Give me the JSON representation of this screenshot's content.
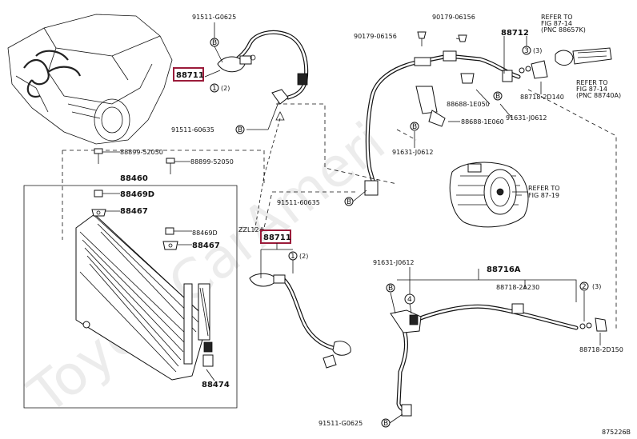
{
  "diagram": {
    "watermark": "ToyotaCarAmeri",
    "figure_code": "875226B",
    "highlighted_part": "88711",
    "labels": {
      "p91511_g0625_top": "91511-G0625",
      "p88711_top": "88711",
      "circ1_top": "1",
      "qty1_top": "(2)",
      "circB_top": "B",
      "p91511_60635_left": "91511-60635",
      "circB_left": "B",
      "p88899_52050_a": "88899-52050",
      "p88899_52050_b": "88899-52050",
      "p88460": "88460",
      "p88469d_a": "88469D",
      "p88467_a": "88467",
      "p88469d_b": "88469D",
      "p88467_b": "88467",
      "p88474": "88474",
      "zzl12": "ZZL12#",
      "p88711_mid": "88711",
      "circ1_mid": "1",
      "qty1_mid": "(2)",
      "p91511_60635_mid": "91511-60635",
      "circB_mid": "B",
      "p90179_06156_a": "90179-06156",
      "p90179_06156_b": "90179-06156",
      "p88712": "88712",
      "circ3": "3",
      "qty3": "(3)",
      "refer_a1": "REFER TO",
      "refer_a2": "FIG 87-14",
      "refer_a3": "(PNC 88657K)",
      "refer_b1": "REFER TO",
      "refer_b2": "FIG 87-14",
      "refer_b3": "(PNC 88740A)",
      "p88718_2d140": "88718-2D140",
      "p88688_1e050": "88688-1E050",
      "p91631_j0612_a": "91631-J0612",
      "circB_r": "B",
      "p88688_1e060": "88688-1E060",
      "circB_r2": "B",
      "p91631_j0612_b": "91631-J0612",
      "refer_c1": "REFER TO",
      "refer_c2": "FIG 87-19",
      "p91631_j0612_c": "91631-J0612",
      "p88716a": "88716A",
      "p88718_2a230": "88718-2A230",
      "circ2": "2",
      "qty2": "(3)",
      "circB_low": "B",
      "circ4": "4",
      "p88718_2d150": "88718-2D150",
      "p91511_g0625_bot": "91511-G0625",
      "circB_bot": "B"
    }
  }
}
